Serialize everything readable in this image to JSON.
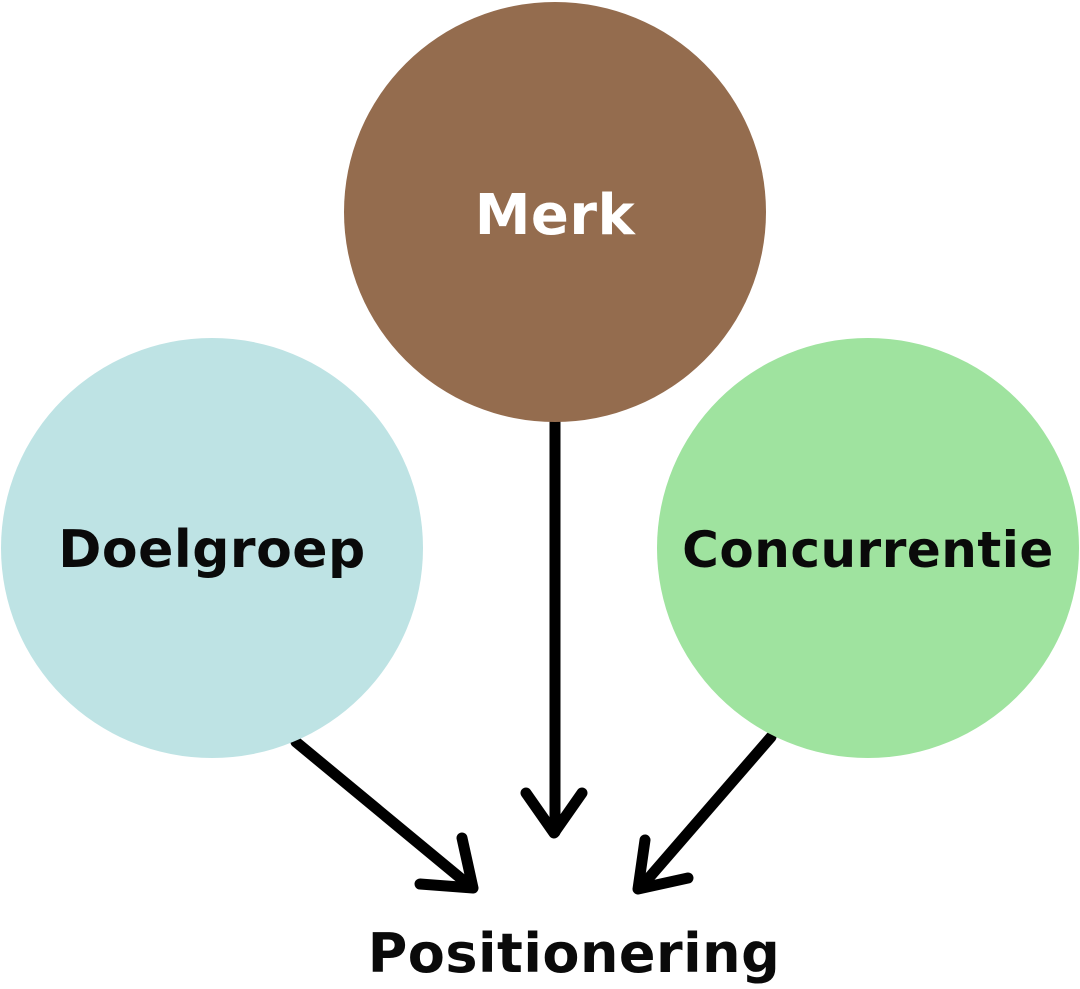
{
  "diagram": {
    "nodes": {
      "merk": {
        "label": "Merk",
        "fill": "#946c4e",
        "text_color": "#ffffff"
      },
      "doelgroep": {
        "label": "Doelgroep",
        "fill": "#bee3e4",
        "text_color": "#0a0a0a"
      },
      "concurrentie": {
        "label": "Concurrentie",
        "fill": "#9fe39f",
        "text_color": "#0a0a0a"
      }
    },
    "result": {
      "label": "Positionering",
      "text_color": "#0a0a0a"
    },
    "edges": [
      {
        "from": "Doelgroep",
        "to": "Positionering"
      },
      {
        "from": "Merk",
        "to": "Positionering"
      },
      {
        "from": "Concurrentie",
        "to": "Positionering"
      }
    ],
    "arrow_color": "#000000"
  }
}
